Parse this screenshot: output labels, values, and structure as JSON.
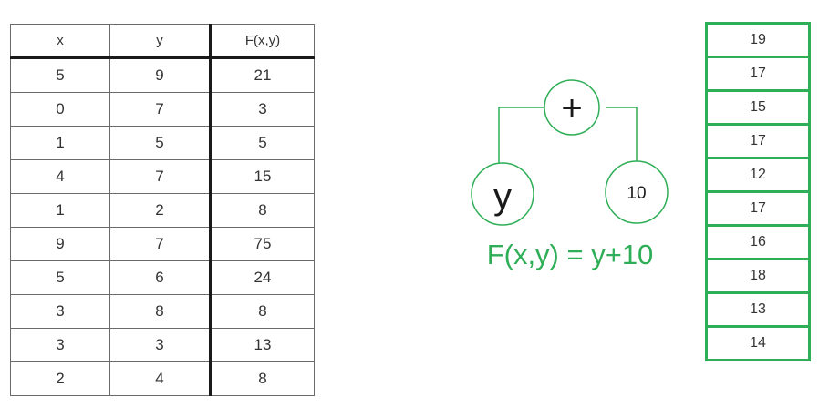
{
  "table": {
    "headers": [
      "x",
      "y",
      "F(x,y)"
    ],
    "rows": [
      [
        "5",
        "9",
        "21"
      ],
      [
        "0",
        "7",
        "3"
      ],
      [
        "1",
        "5",
        "5"
      ],
      [
        "4",
        "7",
        "15"
      ],
      [
        "1",
        "2",
        "8"
      ],
      [
        "9",
        "7",
        "75"
      ],
      [
        "5",
        "6",
        "24"
      ],
      [
        "3",
        "8",
        "8"
      ],
      [
        "3",
        "3",
        "13"
      ],
      [
        "2",
        "4",
        "8"
      ]
    ]
  },
  "tree": {
    "root": "+",
    "left": "y",
    "right": "10",
    "line_color": "#2eae56"
  },
  "formula": "F(x,y) = y+10",
  "outputs": [
    "19",
    "17",
    "15",
    "17",
    "12",
    "17",
    "16",
    "18",
    "13",
    "14"
  ],
  "colors": {
    "accent": "#2eae56",
    "table_border": "#6a6a6a",
    "thick_border": "#1a1a1a"
  }
}
